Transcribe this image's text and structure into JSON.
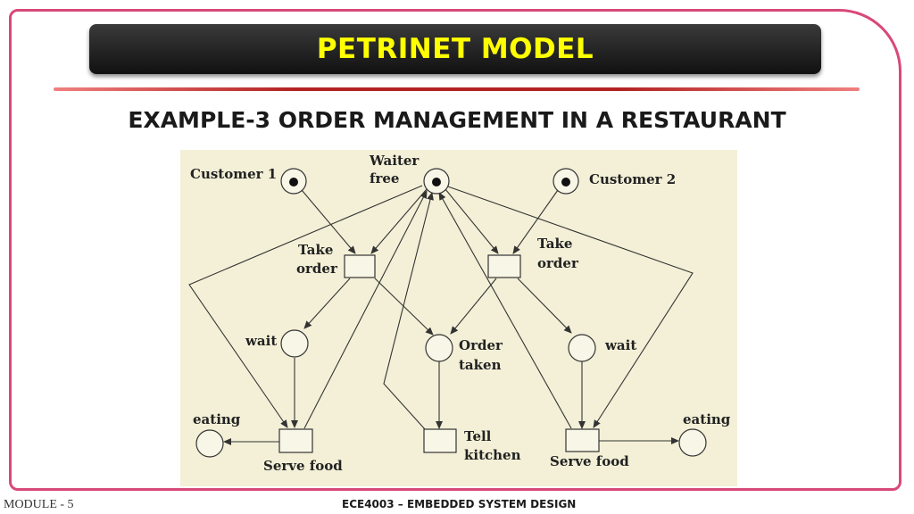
{
  "slide": {
    "title": "PETRINET MODEL",
    "subtitle": "EXAMPLE-3 ORDER MANAGEMENT IN A RESTAURANT"
  },
  "diagram": {
    "labels": {
      "customer1": "Customer 1",
      "waiter_free_1": "Waiter",
      "waiter_free_2": "free",
      "customer2": "Customer 2",
      "take_order_l_1": "Take",
      "take_order_l_2": "order",
      "take_order_r_1": "Take",
      "take_order_r_2": "order",
      "wait_l": "wait",
      "order_taken_1": "Order",
      "order_taken_2": "taken",
      "wait_r": "wait",
      "eating_l": "eating",
      "eating_r": "eating",
      "serve_food_l": "Serve food",
      "tell_kitchen_1": "Tell",
      "tell_kitchen_2": "kitchen",
      "serve_food_r": "Serve food"
    }
  },
  "footer": {
    "module": "MODULE - 5",
    "course": "ECE4003 – EMBEDDED SYSTEM DESIGN"
  }
}
